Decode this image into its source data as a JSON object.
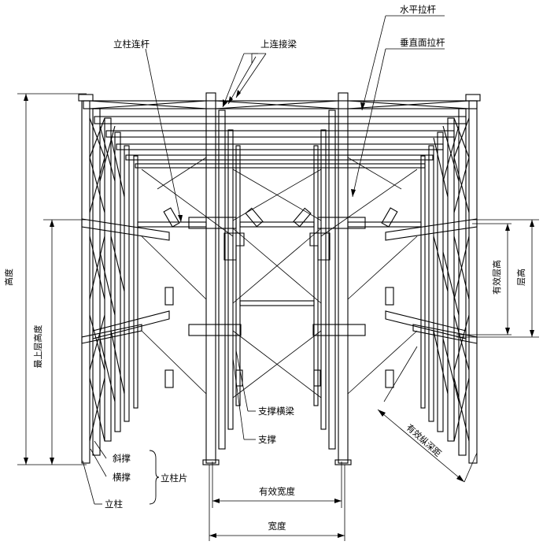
{
  "diagram": {
    "labels": {
      "column_link": "立柱连杆",
      "top_tie_beam": "上连接梁",
      "horizontal_tie": "水平拉杆",
      "vertical_plane_tie": "垂直面拉杆",
      "height": "高度",
      "top_level_height": "最上层高度",
      "effective_level_height": "有效层高",
      "level_height": "层高",
      "support_beam": "支撑横梁",
      "support": "支撑",
      "effective_width": "有效宽度",
      "width": "宽度",
      "effective_depth": "有效纵深距",
      "diagonal_brace": "斜撑",
      "cross_brace": "横撑",
      "upright": "立柱",
      "upright_frame": "立柱片"
    }
  }
}
